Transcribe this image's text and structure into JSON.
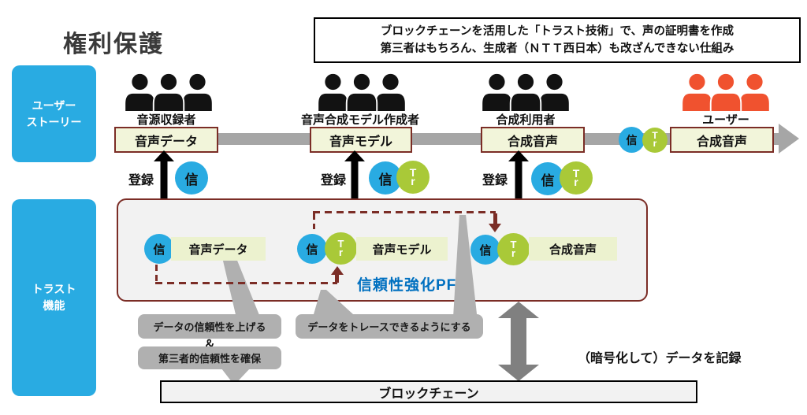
{
  "title": "権利保護",
  "note": {
    "line1": "ブロックチェーンを活用した「トラスト技術」で、声の証明書を作成",
    "line2": "第三者はもちろん、生成者（ＮＴＴ西日本）も改ざんできない仕組み"
  },
  "sidebar": {
    "user_story": "ユーザー\nストーリー",
    "trust_function": "トラスト\n機能"
  },
  "actors": [
    {
      "label": "音源収録者"
    },
    {
      "label": "音声合成モデル作成者"
    },
    {
      "label": "合成利用者"
    },
    {
      "label": "ユーザー"
    }
  ],
  "timeline": {
    "boxes": [
      {
        "label": "音声データ"
      },
      {
        "label": "音声モデル"
      },
      {
        "label": "合成音声"
      },
      {
        "label": "合成音声"
      }
    ]
  },
  "badges": {
    "shin": "信",
    "tr_top": "T",
    "tr_bottom": "r"
  },
  "labels": {
    "register": "登録"
  },
  "trust_box": {
    "items": [
      {
        "label": "音声データ"
      },
      {
        "label": "音声モデル"
      },
      {
        "label": "合成音声"
      }
    ],
    "pf": "信頼性強化PF"
  },
  "callouts": {
    "c1": "データの信頼性を上げる",
    "amp": "＆",
    "c2": "第三者的信頼性を確保",
    "c3": "データをトレースできるようにする"
  },
  "bottom": {
    "encrypt": "（暗号化して）データを記録",
    "blockchain": "ブロックチェーン"
  },
  "colors": {
    "badge_blue": "#29abe2",
    "badge_green": "#a9c938",
    "maroon": "#7b2d26",
    "cream": "#f2f5da",
    "cream_inner": "#ecf2cf",
    "callout_gray": "#b0b0b0",
    "arrow_gray": "#808080",
    "timeline_gray": "#a6a6a6",
    "user_orange": "#f0522f",
    "pf_blue": "#0070c0",
    "sidebar_blue": "#29abe2"
  }
}
